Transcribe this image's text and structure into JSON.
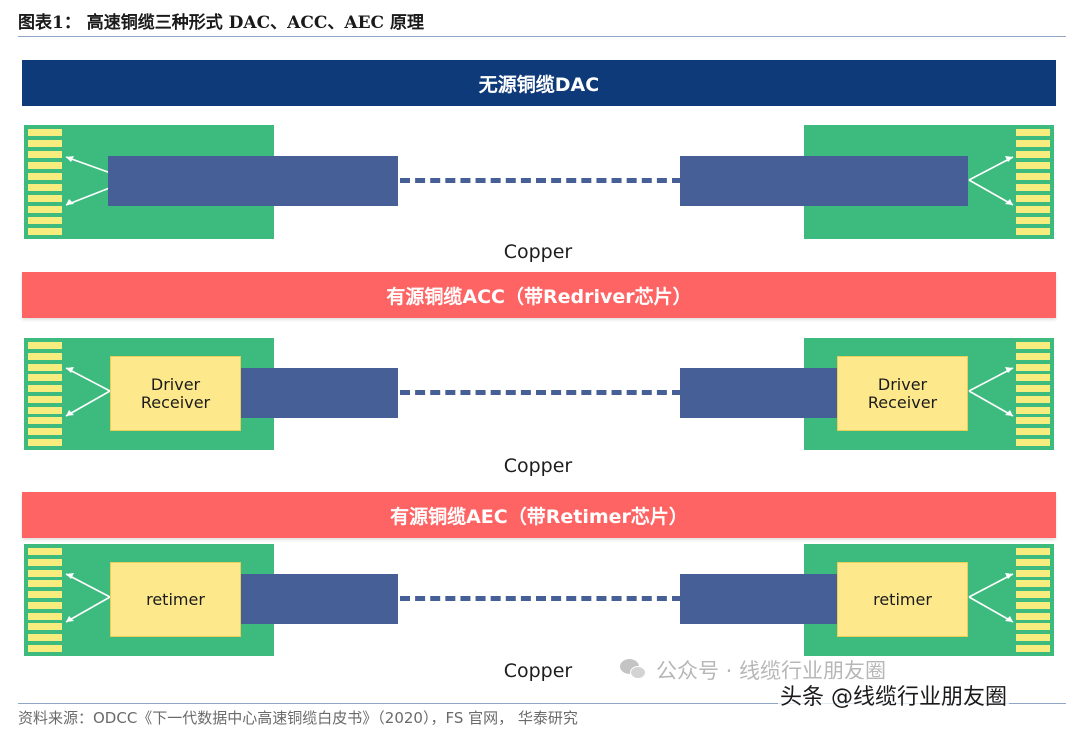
{
  "figure": {
    "title": "图表1： 高速铜缆三种形式 DAC、ACC、AEC 原理"
  },
  "sections": [
    {
      "banner": "无源铜缆DAC",
      "banner_color": "#0f3a7a",
      "chip_left": "",
      "chip_right": "",
      "cable_label": "Copper"
    },
    {
      "banner": "有源铜缆ACC（带Redriver芯片）",
      "banner_color": "#ff6464",
      "chip_left": "Driver\nReceiver",
      "chip_right": "Driver\nReceiver",
      "cable_label": "Copper"
    },
    {
      "banner": "有源铜缆AEC（带Retimer芯片）",
      "banner_color": "#ff6464",
      "chip_left": "retimer",
      "chip_right": "retimer",
      "cable_label": "Copper"
    }
  ],
  "chip_lines": {
    "driver": "Driver",
    "receiver": "Receiver"
  },
  "colors": {
    "board": "#3dbb7e",
    "pins": "#f7ec7e",
    "cable": "#466097",
    "chip": "#fde98b"
  },
  "footer": {
    "source": "资料来源：ODCC《下一代数据中心高速铜缆白皮书》（2020），FS 官网， 华泰研究",
    "watermark": "公众号 · 线缆行业朋友圈",
    "toutiao": "头条 @线缆行业朋友圈",
    "watermark_icon": "wechat-icon"
  }
}
